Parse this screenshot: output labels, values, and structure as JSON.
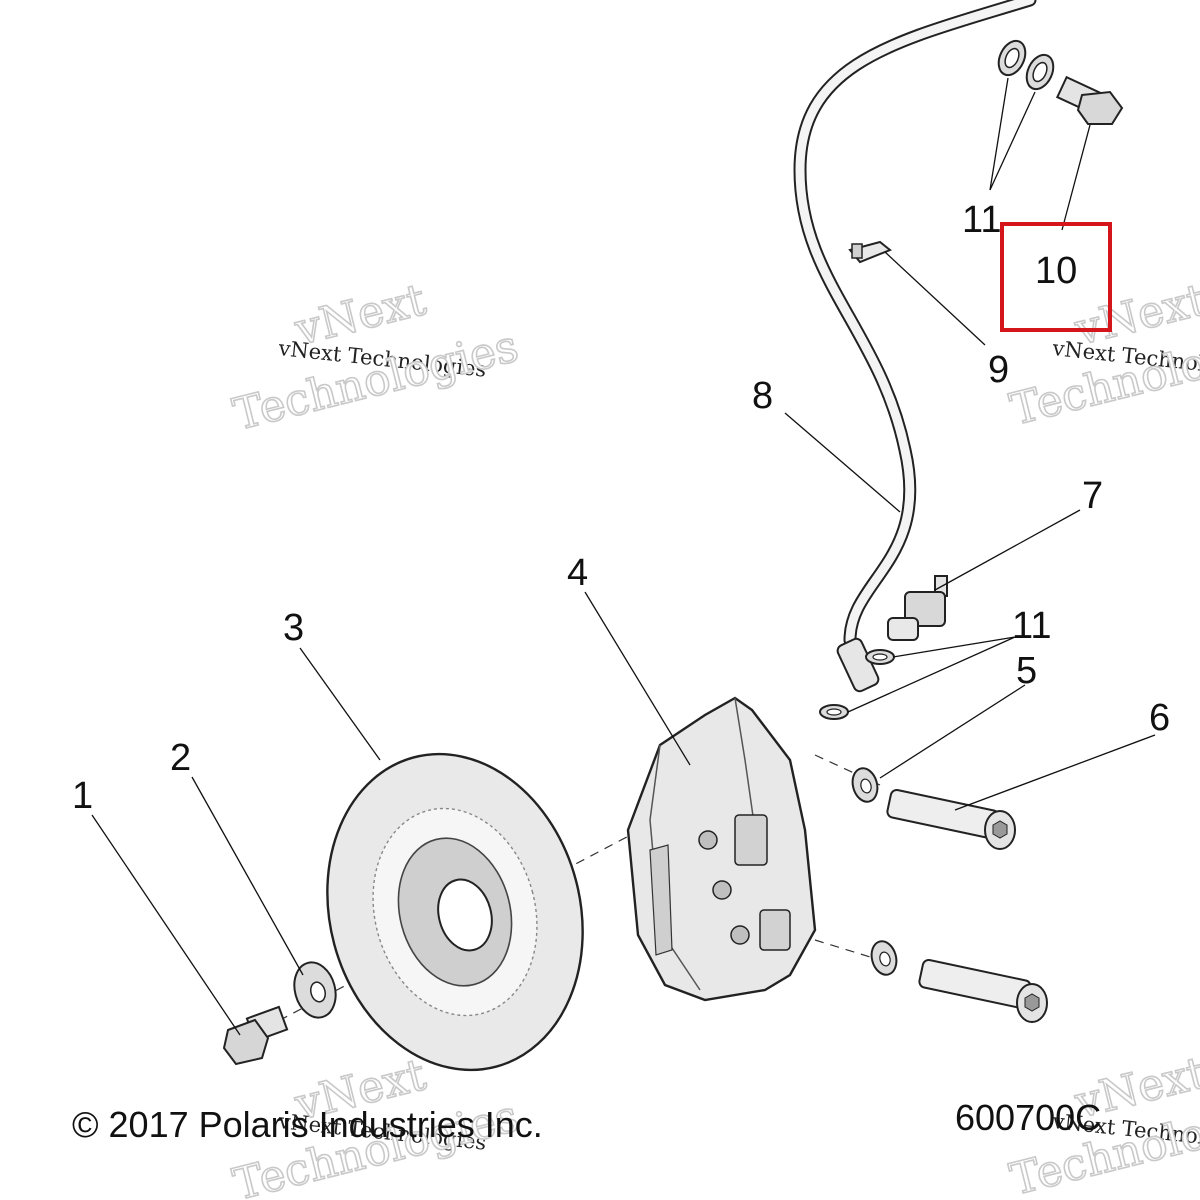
{
  "callouts": [
    {
      "id": "1",
      "label": "1"
    },
    {
      "id": "2",
      "label": "2"
    },
    {
      "id": "3",
      "label": "3"
    },
    {
      "id": "4",
      "label": "4"
    },
    {
      "id": "5",
      "label": "5"
    },
    {
      "id": "6",
      "label": "6"
    },
    {
      "id": "7",
      "label": "7"
    },
    {
      "id": "8",
      "label": "8"
    },
    {
      "id": "9",
      "label": "9"
    },
    {
      "id": "10",
      "label": "10"
    },
    {
      "id": "11a",
      "label": "11"
    },
    {
      "id": "11b",
      "label": "11"
    }
  ],
  "highlight": {
    "callout": "10",
    "color": "#d4151b"
  },
  "footer": {
    "copyright": "© 2017 Polaris Industries Inc.",
    "drawing_number": "600700C"
  },
  "watermark": {
    "brand": "vNext",
    "brand_full": "vNext Technologies",
    "word": "Technologies"
  },
  "colors": {
    "line": "#111111",
    "part_fill": "#eeeeee",
    "part_shade": "#d6d6d6",
    "watermark": "#c9c9c9"
  }
}
